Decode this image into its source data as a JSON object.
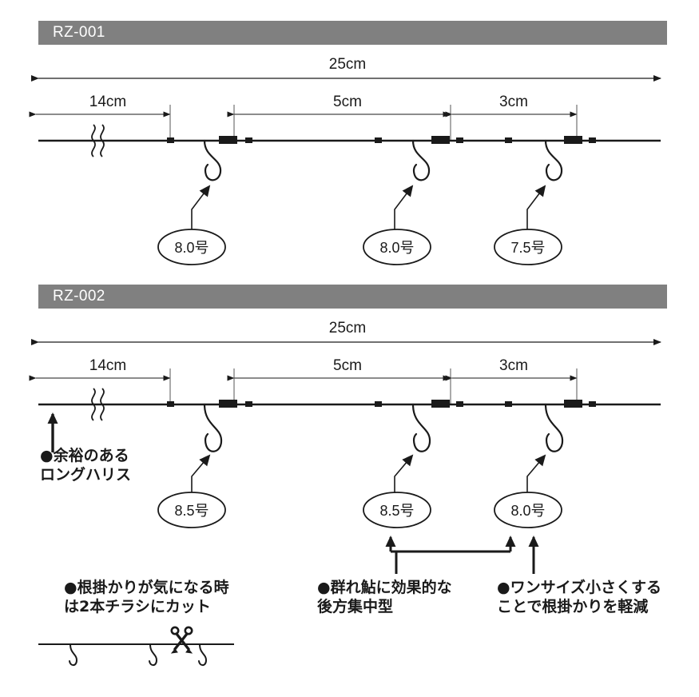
{
  "page": {
    "background": "#ffffff",
    "header_bar_color": "#808080",
    "header_text_color": "#ffffff",
    "line_color": "#1a1a1a"
  },
  "sections": [
    {
      "id": "rz-001",
      "title": "RZ-001",
      "total_dimension": "25cm",
      "segments": [
        {
          "label": "14cm"
        },
        {
          "label": "5cm"
        },
        {
          "label": "3cm"
        }
      ],
      "hooks": [
        {
          "size": "8.0号"
        },
        {
          "size": "8.0号"
        },
        {
          "size": "7.5号"
        }
      ]
    },
    {
      "id": "rz-002",
      "title": "RZ-002",
      "total_dimension": "25cm",
      "segments": [
        {
          "label": "14cm"
        },
        {
          "label": "5cm"
        },
        {
          "label": "3cm"
        }
      ],
      "hooks": [
        {
          "size": "8.5号"
        },
        {
          "size": "8.5号"
        },
        {
          "size": "8.0号"
        }
      ]
    }
  ],
  "annotations": {
    "long_harness": "●余裕のある\nロングハリス",
    "cut_note": "●根掛かりが気になる時\nは2本チラシにカット",
    "rear_concentration": "●群れ鮎に効果的な\n後方集中型",
    "one_size_smaller": "●ワンサイズ小さくする\nことで根掛かりを軽減"
  },
  "icons": {
    "scissors": "scissors-icon",
    "line_break": "line-break-squiggle-icon"
  }
}
